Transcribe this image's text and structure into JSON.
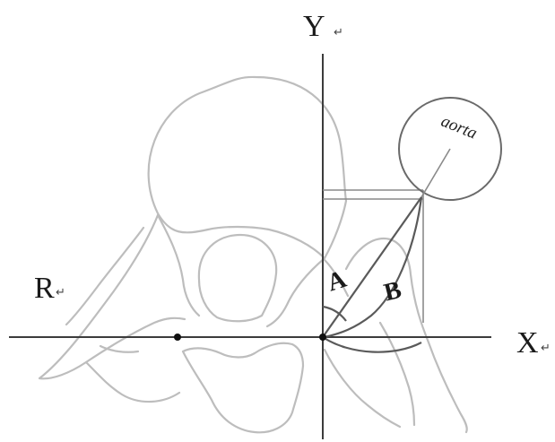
{
  "labels": {
    "y_axis": "Y",
    "x_axis": "X",
    "r_side": "R",
    "return_mark": "↵",
    "angle_a": "A",
    "angle_b": "B",
    "aorta": "aorta"
  },
  "colors": {
    "vertebra_outline": "#bdbdbd",
    "axis": "#3c3c3c",
    "guide_lines": "#8a8a8a",
    "text": "#1a1a1a"
  }
}
